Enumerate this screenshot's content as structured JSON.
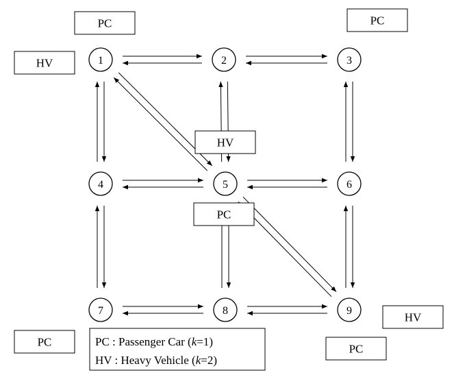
{
  "nodes": [
    {
      "id": "1",
      "label": "1"
    },
    {
      "id": "2",
      "label": "2"
    },
    {
      "id": "3",
      "label": "3"
    },
    {
      "id": "4",
      "label": "4"
    },
    {
      "id": "5",
      "label": "5"
    },
    {
      "id": "6",
      "label": "6"
    },
    {
      "id": "7",
      "label": "7"
    },
    {
      "id": "8",
      "label": "8"
    },
    {
      "id": "9",
      "label": "9"
    }
  ],
  "links": [
    {
      "from": "1",
      "to": "2",
      "bidirectional": true
    },
    {
      "from": "2",
      "to": "3",
      "bidirectional": true
    },
    {
      "from": "4",
      "to": "5",
      "bidirectional": true
    },
    {
      "from": "5",
      "to": "6",
      "bidirectional": true
    },
    {
      "from": "7",
      "to": "8",
      "bidirectional": true
    },
    {
      "from": "8",
      "to": "9",
      "bidirectional": true
    },
    {
      "from": "1",
      "to": "4",
      "bidirectional": true
    },
    {
      "from": "2",
      "to": "5",
      "bidirectional": true
    },
    {
      "from": "3",
      "to": "6",
      "bidirectional": true
    },
    {
      "from": "4",
      "to": "7",
      "bidirectional": true
    },
    {
      "from": "5",
      "to": "8",
      "bidirectional": true
    },
    {
      "from": "6",
      "to": "9",
      "bidirectional": true
    },
    {
      "from": "1",
      "to": "5",
      "bidirectional": true
    },
    {
      "from": "5",
      "to": "9",
      "bidirectional": true
    }
  ],
  "tags": [
    {
      "id": "tag-pc-node1",
      "text": "PC"
    },
    {
      "id": "tag-hv-node1",
      "text": "HV"
    },
    {
      "id": "tag-pc-node3",
      "text": "PC"
    },
    {
      "id": "tag-hv-node5",
      "text": "HV"
    },
    {
      "id": "tag-pc-node5",
      "text": "PC"
    },
    {
      "id": "tag-pc-node7",
      "text": "PC"
    },
    {
      "id": "tag-hv-node9",
      "text": "HV"
    },
    {
      "id": "tag-pc-node9",
      "text": "PC"
    }
  ],
  "legend": {
    "line1": {
      "abbr": "PC",
      "sep": " : ",
      "desc": "Passenger Car (",
      "var": "k",
      "eq": "=1)"
    },
    "line2": {
      "abbr": "HV",
      "sep": " : ",
      "desc": "Heavy Vehicle (",
      "var": "k",
      "eq": "=2)"
    }
  }
}
